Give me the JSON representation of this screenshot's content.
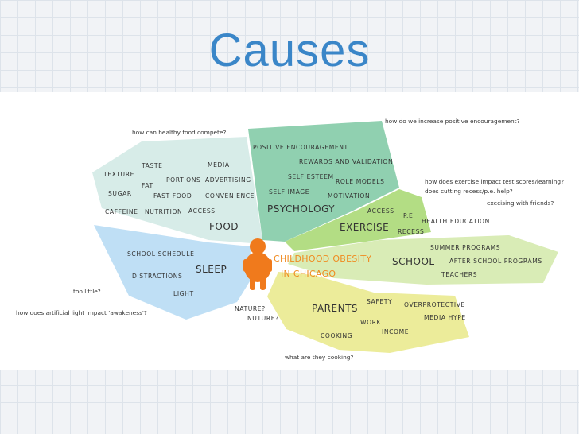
{
  "title": "Causes",
  "center": {
    "line1": "CHILDHOOD OBESITY",
    "line2": "IN CHICAGO"
  },
  "colors": {
    "food": "#d7ece8",
    "psychology": "#90d0b0",
    "exercise": "#b3dd84",
    "school": "#d9ecb6",
    "parents": "#ecec9a",
    "sleep": "#bfdff5",
    "figure": "#f07a1c",
    "title": "#3a86c8"
  },
  "food": {
    "label": "FOOD",
    "question": "how can healthy food compete?",
    "words": [
      "TASTE",
      "MEDIA",
      "TEXTURE",
      "PORTIONS",
      "ADVERTISING",
      "FAT",
      "SUGAR",
      "FAST FOOD",
      "CONVENIENCE",
      "CAFFEINE",
      "NUTRITION",
      "ACCESS"
    ]
  },
  "psychology": {
    "label": "PSYCHOLOGY",
    "question": "how do we increase positive encouragement?",
    "words": [
      "POSITIVE ENCOURAGEMENT",
      "REWARDS AND VALIDATION",
      "SELF ESTEEM",
      "ROLE MODELS",
      "SELF IMAGE",
      "MOTIVATION"
    ]
  },
  "exercise": {
    "label": "EXERCISE",
    "questions": [
      "how does exercise impact test scores/learning?",
      "does cutting recess/p.e. help?",
      "execising with friends?"
    ],
    "words": [
      "ACCESS",
      "P.E.",
      "HEALTH EDUCATION",
      "RECESS"
    ]
  },
  "school": {
    "label": "SCHOOL",
    "words": [
      "SUMMER PROGRAMS",
      "AFTER SCHOOL PROGRAMS",
      "TEACHERS"
    ]
  },
  "parents": {
    "label": "PARENTS",
    "question": "what are they cooking?",
    "words": [
      "SAFETY",
      "OVERPROTECTIVE",
      "MEDIA HYPE",
      "WORK",
      "INCOME",
      "COOKING"
    ]
  },
  "sleep": {
    "label": "SLEEP",
    "questions": [
      "too little?",
      "how does artificial light impact 'awakeness'?"
    ],
    "words": [
      "SCHOOL SCHEDULE",
      "DISTRACTIONS",
      "LIGHT"
    ]
  },
  "nature": {
    "nature": "NATURE?",
    "nurture": "NUTURE?"
  }
}
